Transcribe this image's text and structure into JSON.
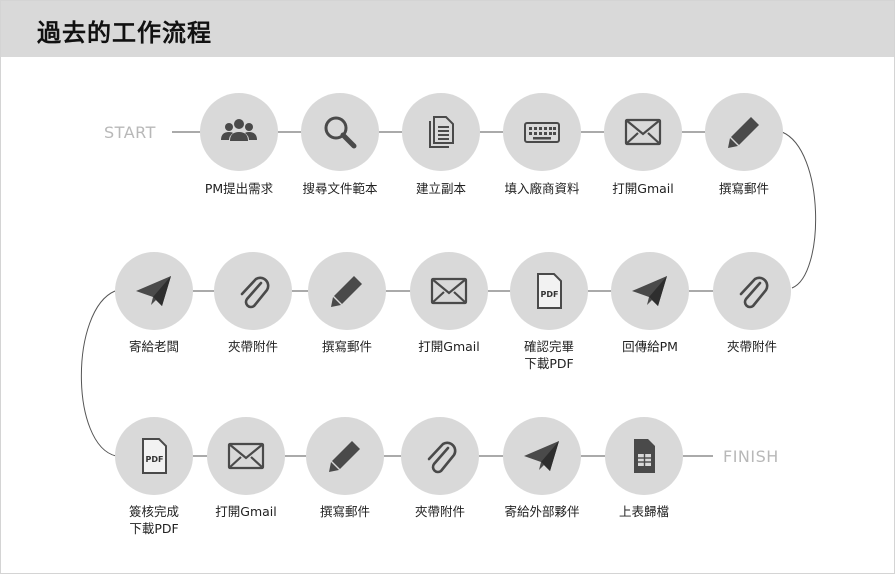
{
  "title": "過去的工作流程",
  "start_label": "START",
  "finish_label": "FINISH",
  "nodes": [
    {
      "label": "PM提出需求",
      "icon": "users-icon"
    },
    {
      "label": "搜尋文件範本",
      "icon": "search-icon"
    },
    {
      "label": "建立副本",
      "icon": "copy-document-icon"
    },
    {
      "label": "填入廠商資料",
      "icon": "keyboard-icon"
    },
    {
      "label": "打開Gmail",
      "icon": "envelope-icon"
    },
    {
      "label": "撰寫郵件",
      "icon": "pencil-icon"
    },
    {
      "label": "夾帶附件",
      "icon": "paperclip-icon"
    },
    {
      "label": "回傳給PM",
      "icon": "paper-plane-icon"
    },
    {
      "label": "確認完畢\n下載PDF",
      "icon": "pdf-file-icon"
    },
    {
      "label": "打開Gmail",
      "icon": "envelope-icon"
    },
    {
      "label": "撰寫郵件",
      "icon": "pencil-icon"
    },
    {
      "label": "夾帶附件",
      "icon": "paperclip-icon"
    },
    {
      "label": "寄給老闆",
      "icon": "paper-plane-icon"
    },
    {
      "label": "簽核完成\n下載PDF",
      "icon": "pdf-file-icon"
    },
    {
      "label": "打開Gmail",
      "icon": "envelope-icon"
    },
    {
      "label": "撰寫郵件",
      "icon": "pencil-icon"
    },
    {
      "label": "夾帶附件",
      "icon": "paperclip-icon"
    },
    {
      "label": "寄給外部夥伴",
      "icon": "paper-plane-icon"
    },
    {
      "label": "上表歸檔",
      "icon": "spreadsheet-icon"
    }
  ],
  "pdf_badge_text": "PDF",
  "colors": {
    "node_fill": "#d9d9d9",
    "icon": "#4a4a4a",
    "connector": "#555555",
    "endpoint_text": "#b8b8b8",
    "header_bg": "#d9d9d9"
  }
}
